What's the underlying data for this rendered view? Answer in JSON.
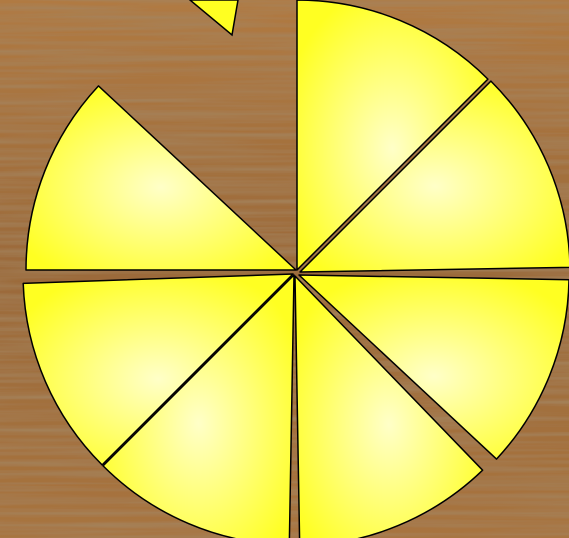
{
  "scene": {
    "background": {
      "name": "wood-grain-table",
      "colors": {
        "base": "#9b6a3a",
        "light": "#c9955d",
        "dark": "#5f3a1c"
      }
    },
    "pie": {
      "name": "pizza-cut-into-slices",
      "total_slices": 8,
      "slices_on_plate": 7,
      "missing_slices": 1,
      "slice_fill": "#ffff22",
      "slice_highlight": "#ffffc8",
      "outline": "#000000"
    },
    "stray_piece": {
      "name": "slice-tip-fragment",
      "fill": "#ffff22"
    }
  }
}
